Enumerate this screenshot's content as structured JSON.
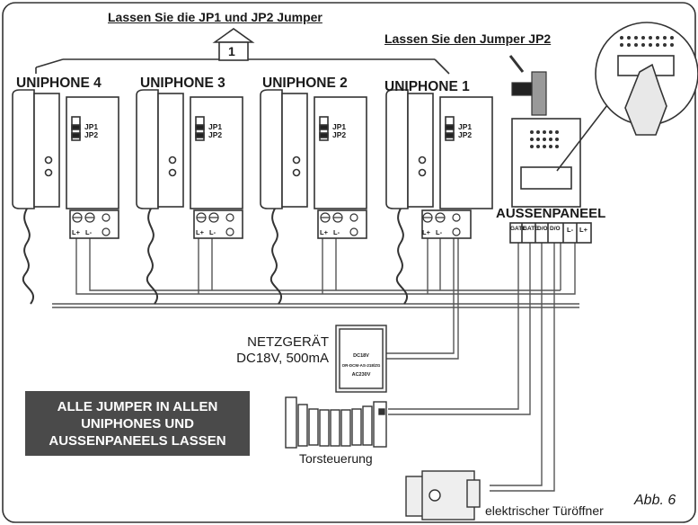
{
  "header": {
    "instruction_jp1_jp2": "Lassen Sie die JP1 und JP2  Jumper",
    "instruction_jp2": "Lassen Sie den Jumper JP2"
  },
  "building_number": "1",
  "uniphones": [
    {
      "name": "UNIPHONE 4",
      "jp1": "JP1",
      "jp2": "JP2",
      "term1": "L+",
      "term2": "L-"
    },
    {
      "name": "UNIPHONE 3",
      "jp1": "JP1",
      "jp2": "JP2",
      "term1": "L+",
      "term2": "L-"
    },
    {
      "name": "UNIPHONE 2",
      "jp1": "JP1",
      "jp2": "JP2",
      "term1": "L+",
      "term2": "L-"
    },
    {
      "name": "UNIPHONE 1",
      "jp1": "JP1",
      "jp2": "JP2",
      "term1": "L+",
      "term2": "L-"
    }
  ],
  "outdoor_panel": {
    "title": "AUSSENPANEEL",
    "terminals": [
      "GATE",
      "GATE",
      "D/O",
      "D/O",
      "L-",
      "L+"
    ]
  },
  "power_supply": {
    "label_line1": "NETZGERÄT",
    "label_line2": "DC18V, 500mA",
    "face_dc": "DC18V",
    "face_model": "OR-DCM-AS-218/ZG",
    "face_ac": "AC230V"
  },
  "note": {
    "line1": "ALLE JUMPER IN ALLEN",
    "line2": "UNIPHONES UND",
    "line3": "AUSSENPANEELS LASSEN"
  },
  "gate_controller_label": "Torsteuerung",
  "door_opener_label": "elektrischer Türöffner",
  "figure_label": "Abb. 6"
}
